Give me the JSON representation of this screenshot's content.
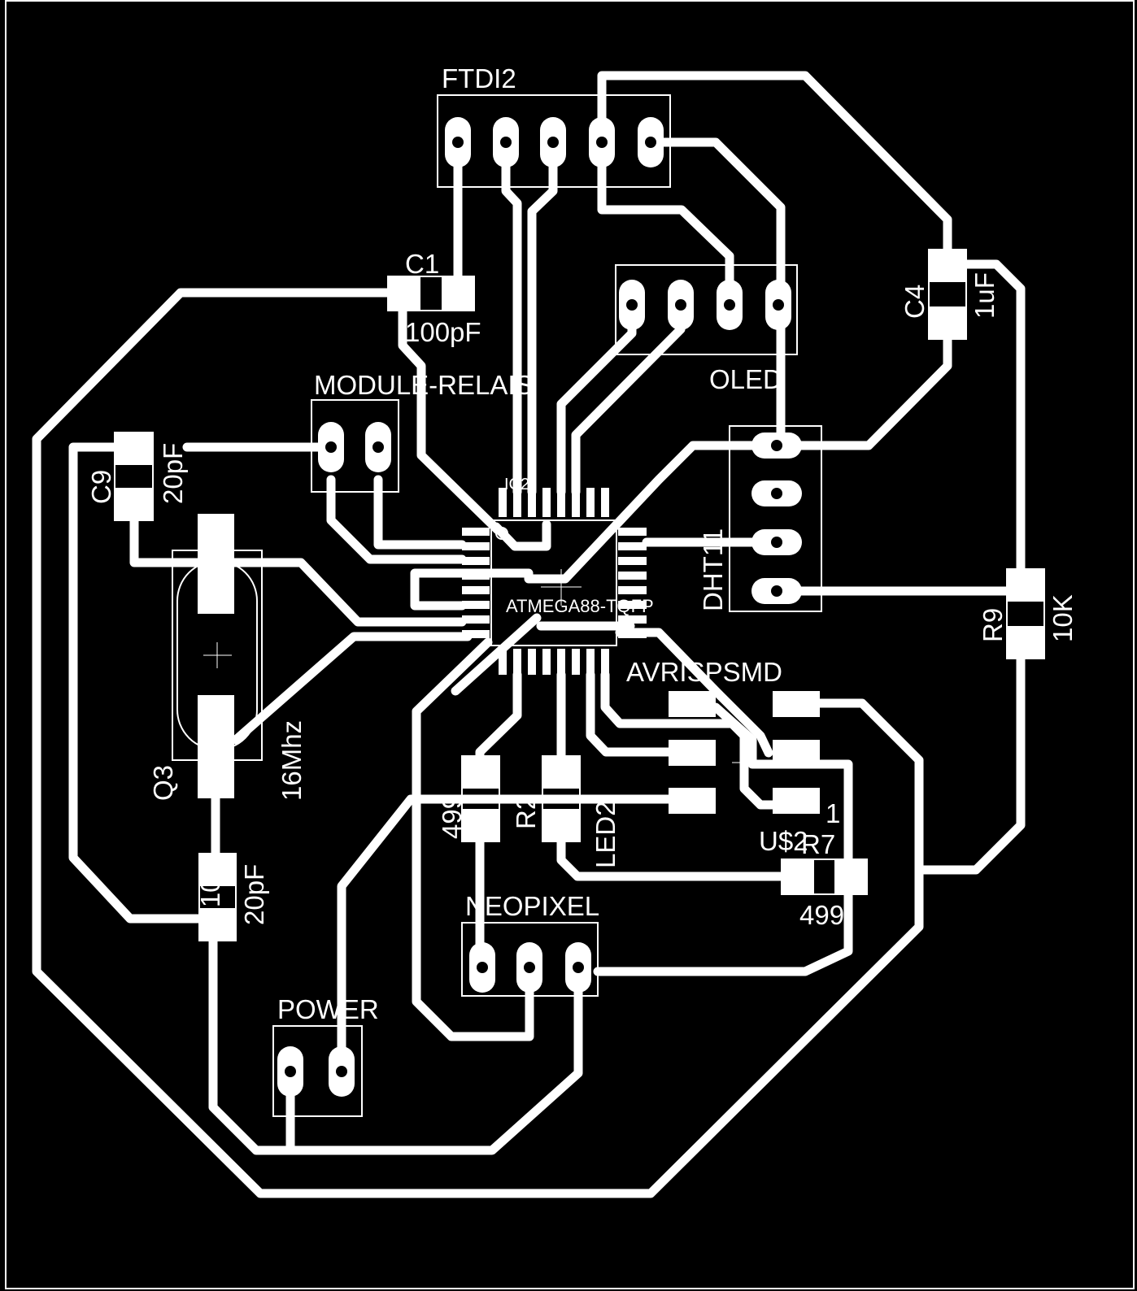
{
  "board": {
    "background": "#000000",
    "copper": "#ffffff",
    "components": {
      "ftdi": {
        "name": "FTDI2"
      },
      "c1": {
        "name": "C1",
        "value": "100pF"
      },
      "oled": {
        "name": "OLED"
      },
      "relay": {
        "name": "MODULE-RELAIS"
      },
      "c4": {
        "name": "C4",
        "value": "1uF"
      },
      "c9": {
        "name": "C9",
        "value": "20pF"
      },
      "q3": {
        "name": "Q3",
        "value": "16Mhz"
      },
      "ic2": {
        "name": "IC2",
        "value": "ATMEGA88-TQFP"
      },
      "dht": {
        "name": "DHT11"
      },
      "r9": {
        "name": "R9",
        "value": "10K"
      },
      "avrisp": {
        "name": "AVRISPSMD",
        "ref": "U$2",
        "pin1": "1"
      },
      "r7": {
        "name": "R7",
        "value": "499"
      },
      "r2": {
        "name": "R2",
        "value": "499"
      },
      "led2": {
        "name": "LED2"
      },
      "neopixel": {
        "name": "NEOPIXEL"
      },
      "power": {
        "name": "POWER"
      },
      "c10": {
        "name": "C10",
        "value": "20pF"
      }
    }
  }
}
